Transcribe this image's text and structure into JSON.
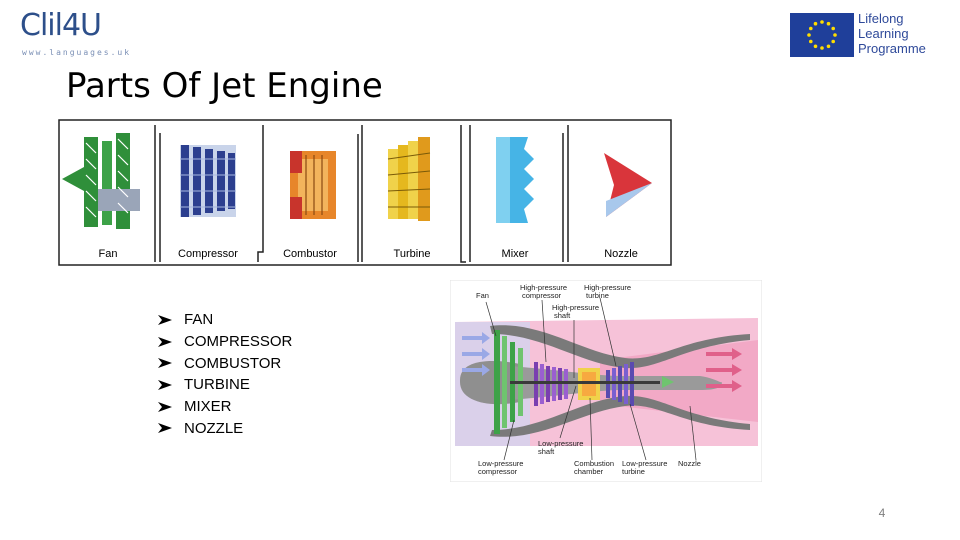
{
  "header": {
    "brand": "Clil4U",
    "brand_url": "www.languages.uk",
    "programme": [
      "Lifelong",
      "Learning",
      "Programme"
    ]
  },
  "slide": {
    "title": "Parts Of Jet Engine",
    "page_number": "4"
  },
  "components_strip": {
    "labels": [
      "Fan",
      "Compressor",
      "Combustor",
      "Turbine",
      "Mixer",
      "Nozzle"
    ]
  },
  "bullet_list": {
    "items": [
      "FAN",
      "COMPRESSOR",
      "COMBUSTOR",
      "TURBINE",
      "MIXER",
      "NOZZLE"
    ]
  },
  "engine_diagram": {
    "labels": {
      "fan": "Fan",
      "hp_compressor": [
        "High-pressure",
        "compressor"
      ],
      "hp_turbine": [
        "High-pressure",
        "turbine"
      ],
      "hp_shaft": [
        "High-pressure",
        "shaft"
      ],
      "lp_shaft": [
        "Low-pressure",
        "shaft"
      ],
      "lp_compressor": [
        "Low-pressure",
        "compressor"
      ],
      "combustion_chamber": [
        "Combustion",
        "chamber"
      ],
      "lp_turbine": [
        "Low-pressure",
        "turbine"
      ],
      "nozzle": "Nozzle"
    }
  },
  "colors": {
    "brand_blue": "#2d4f8a",
    "eu_blue": "#1f3f9a",
    "eu_star": "#ffdd00",
    "fan_green": "#2f8f3a",
    "compressor_blue": "#2c3f8f",
    "combustor_orange": "#e7862a",
    "turbine_yellow": "#e5b81e",
    "mixer_cyan": "#46b4e6",
    "nozzle_red": "#d9353b",
    "airflow_pink": "#f4a9c8"
  }
}
